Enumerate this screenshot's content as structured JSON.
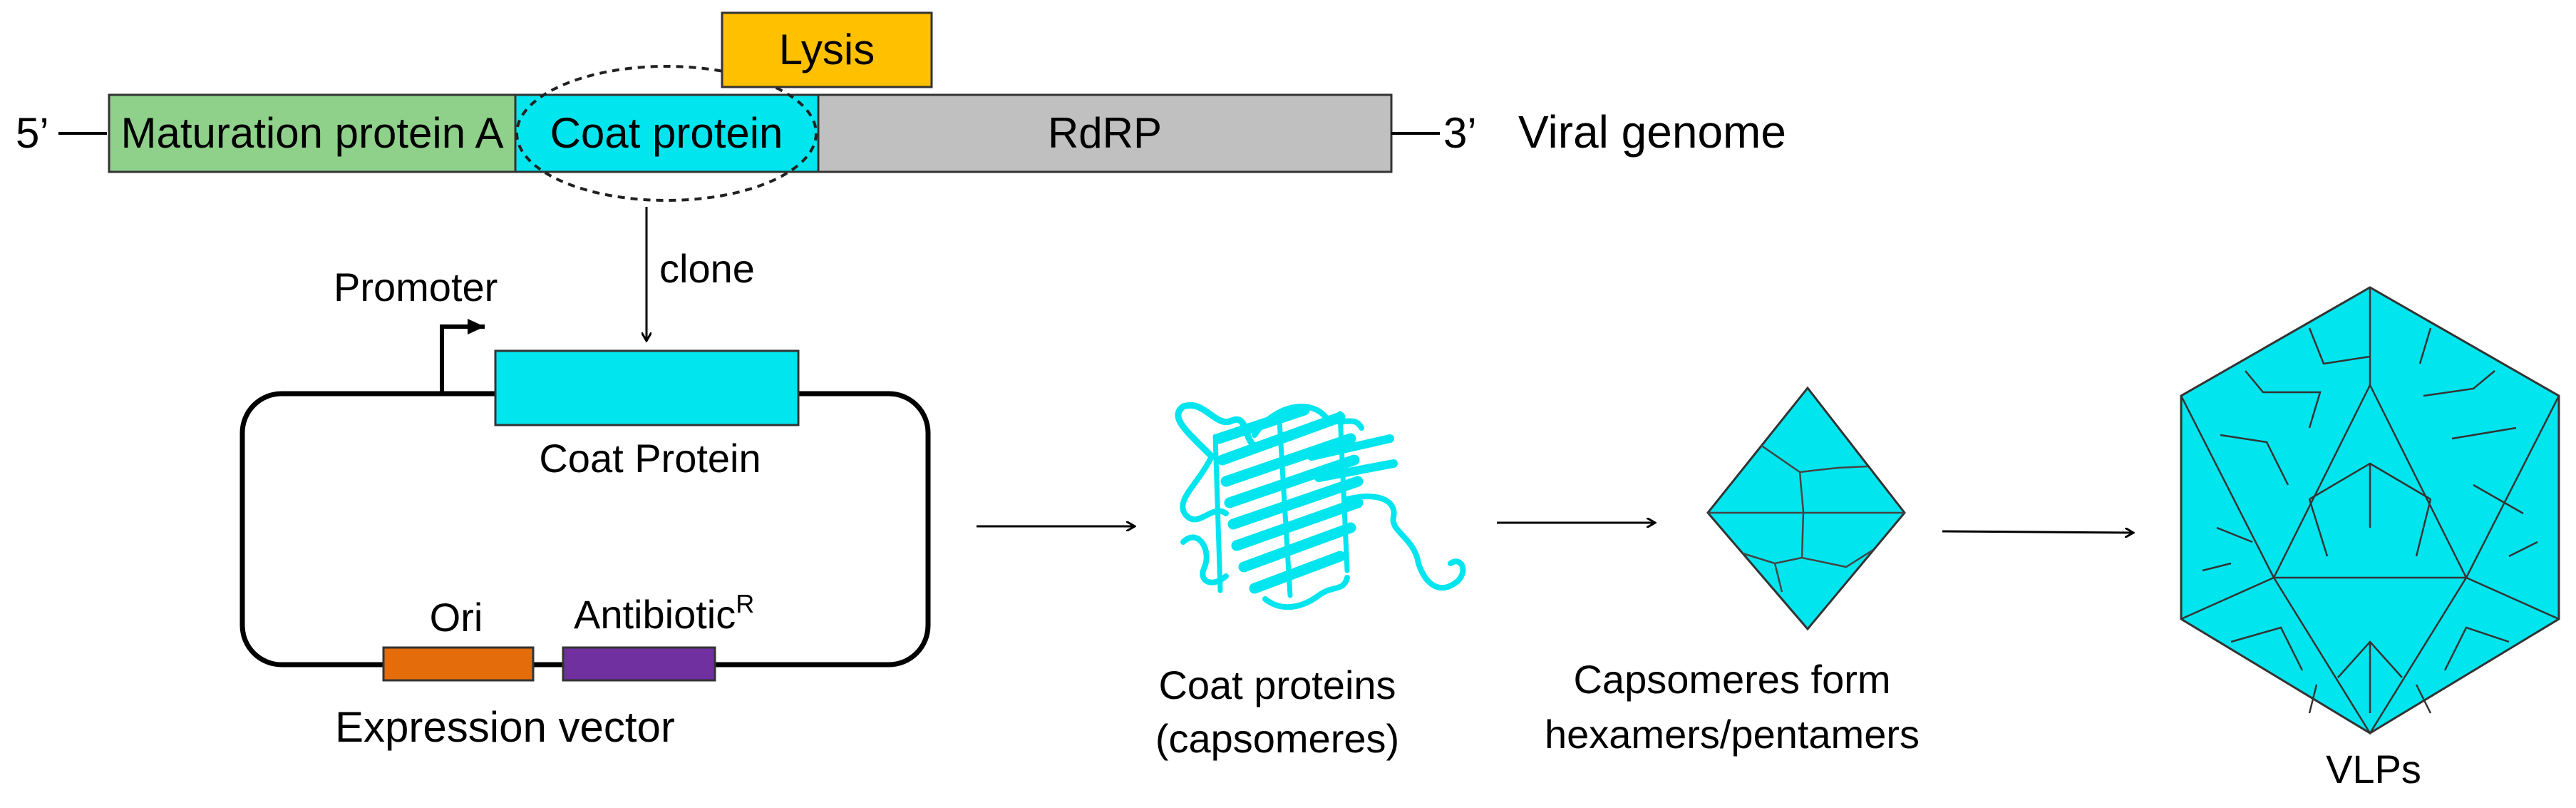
{
  "genome": {
    "five_prime": "5’",
    "three_prime": "3’",
    "title": "Viral genome",
    "genes": [
      {
        "label": "Maturation protein A",
        "color": "#8fd18a"
      },
      {
        "label": "Coat protein",
        "color": "#00e5ee"
      },
      {
        "label": "RdRP",
        "color": "#c0c0c0"
      }
    ],
    "lysis": {
      "label": "Lysis",
      "color": "#ffc000"
    }
  },
  "cloning": {
    "arrow_label": "clone"
  },
  "vector": {
    "promoter_label": "Promoter",
    "insert_label": "Coat Protein",
    "insert_color": "#00e5ee",
    "ori_label": "Ori",
    "ori_color": "#e46c0a",
    "antibiotic_label": "Antibiotic",
    "antibiotic_superscript": "R",
    "antibiotic_color": "#7030a0",
    "caption": "Expression vector"
  },
  "steps": {
    "coat_proteins": {
      "line1": "Coat proteins",
      "line2": "(capsomeres)",
      "color": "#00e5ee"
    },
    "capsomeres": {
      "line1": "Capsomeres form",
      "line2": "hexamers/pentamers",
      "color": "#00e5ee"
    },
    "vlps": {
      "label": "VLPs",
      "color": "#00e5ee"
    }
  }
}
